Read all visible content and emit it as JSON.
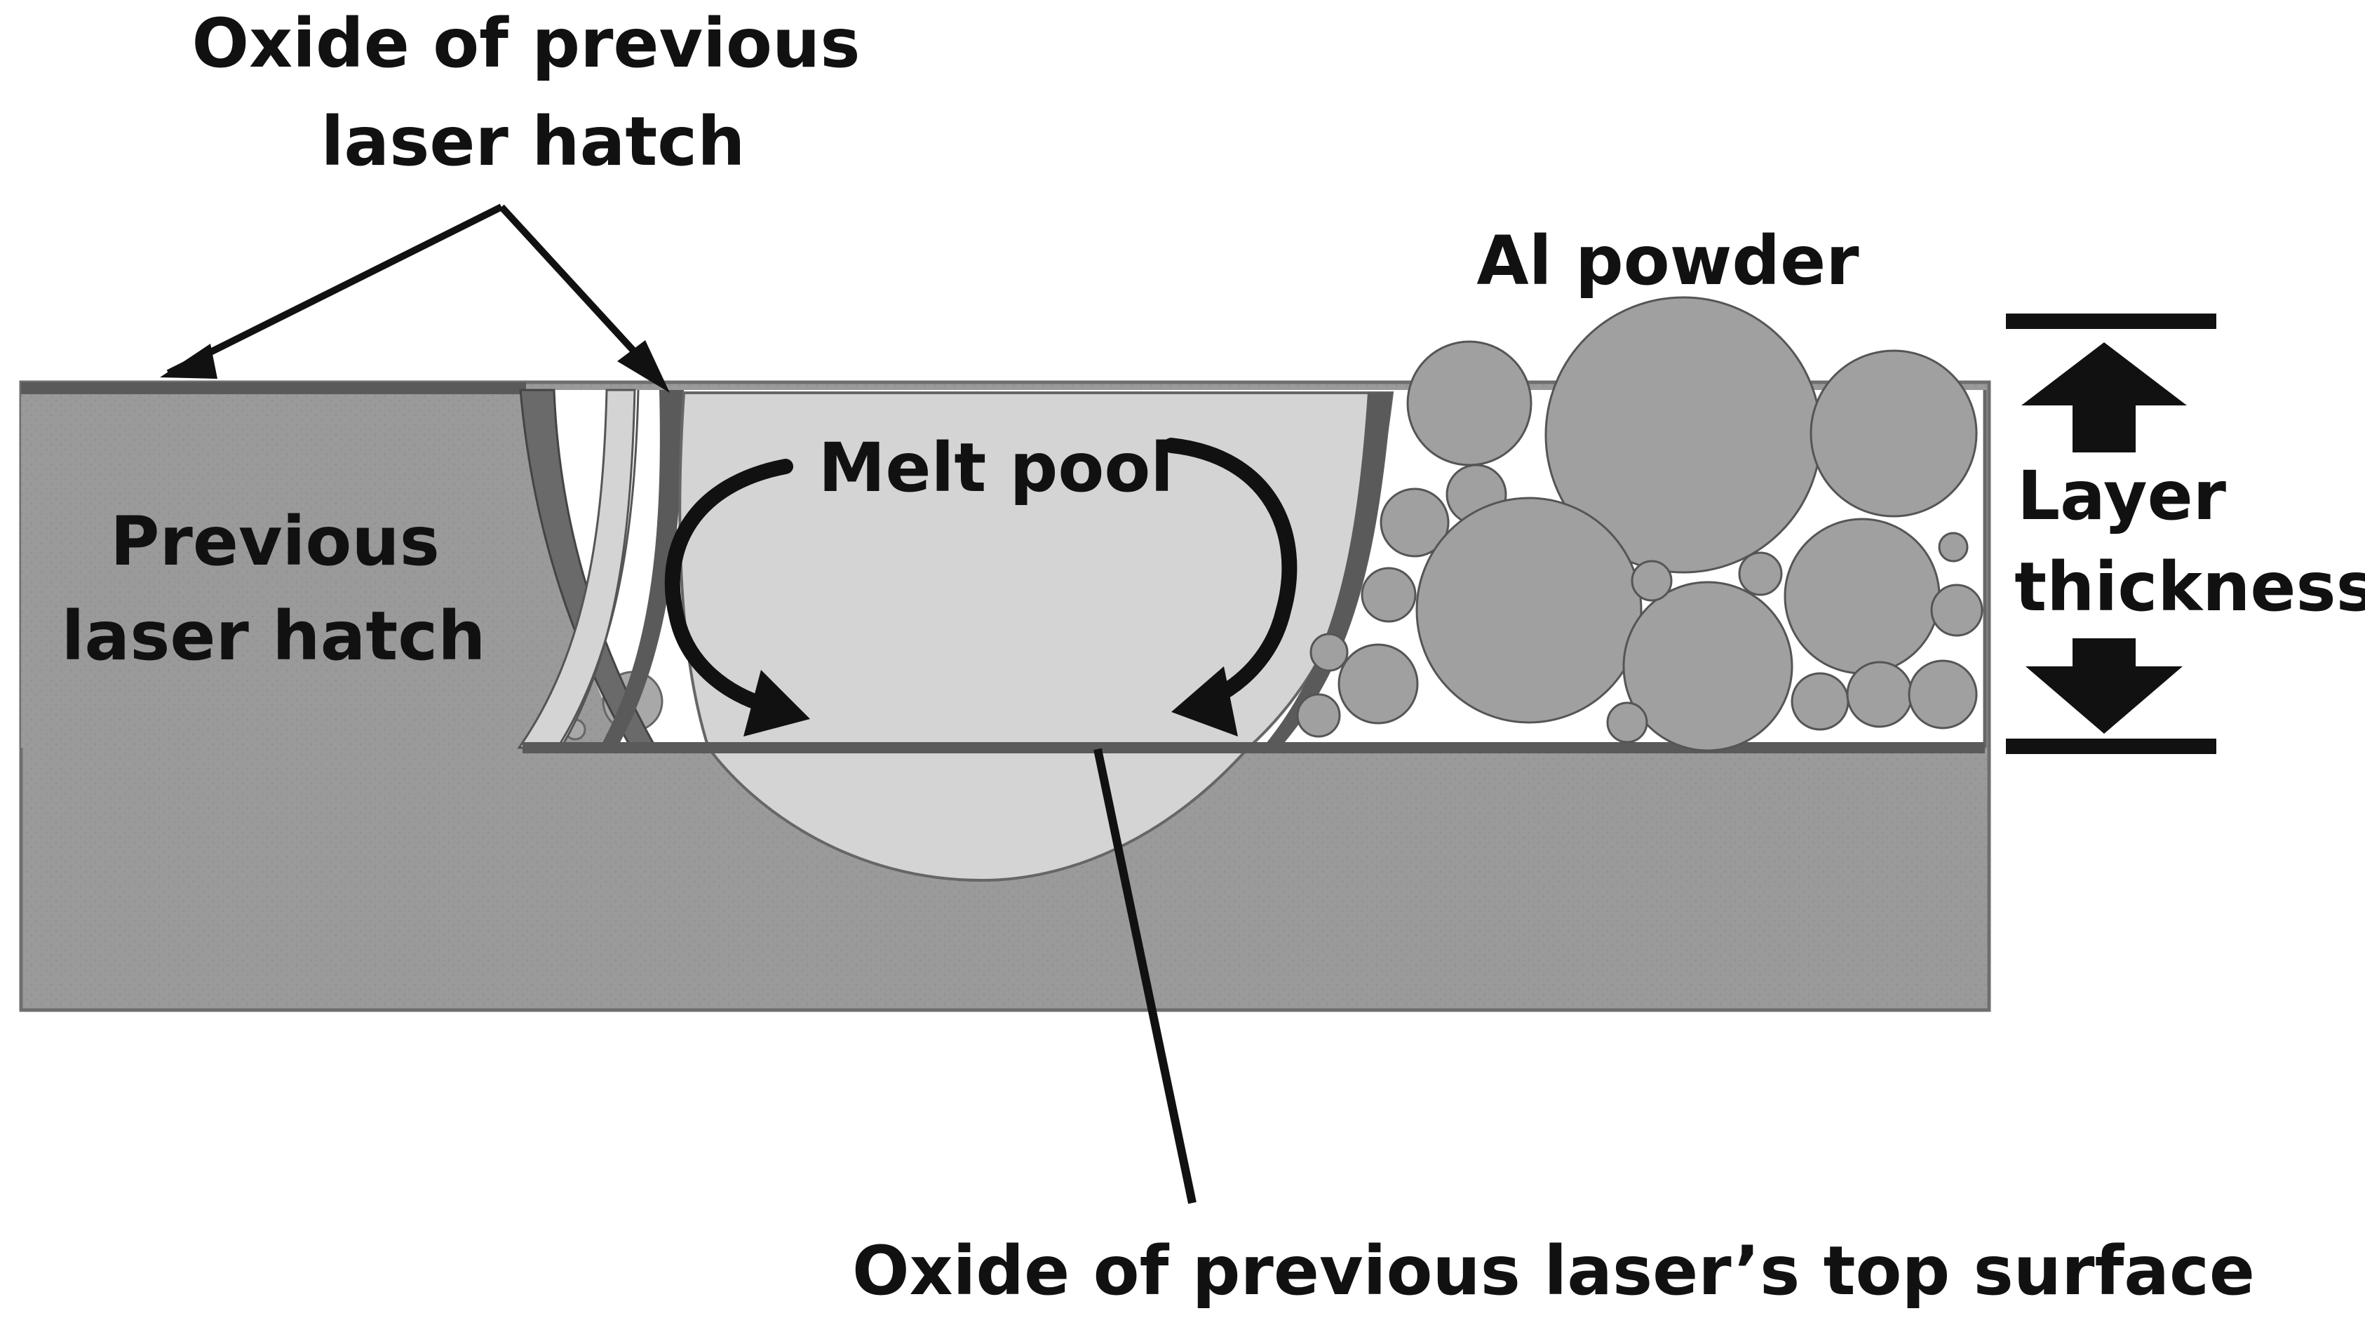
{
  "labels": {
    "oxide_hatch_line1": "Oxide of previous",
    "oxide_hatch_line2": "laser hatch",
    "al_powder": "Al powder",
    "melt_pool": "Melt pool",
    "prev_hatch_line1": "Previous",
    "prev_hatch_line2": "laser hatch",
    "layer_thickness_line1": "Layer",
    "layer_thickness_line2": "thickness",
    "oxide_top_surface": "Oxide of previous laser’s top surface"
  },
  "colors": {
    "substrate": "#9a9a9a",
    "oxide": "#5a5a5a",
    "melt_pool": "#d4d4d4",
    "powder": "#a0a0a0",
    "ink": "#111111"
  }
}
